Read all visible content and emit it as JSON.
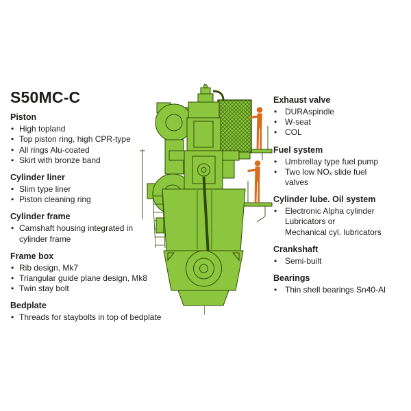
{
  "page": {
    "background": "#ffffff",
    "text_color": "#1d1d1b"
  },
  "title": "S50MC-C",
  "left_sections": [
    {
      "heading": "Piston",
      "items": [
        "High topland",
        "Top piston ring, high CPR-type",
        "All rings Alu-coated",
        "Skirt with bronze band"
      ]
    },
    {
      "heading": "Cylinder liner",
      "items": [
        "Slim type liner",
        "Piston cleaning ring"
      ]
    },
    {
      "heading": "Cylinder frame",
      "items": [
        "Camshaft housing integrated in\ncylinder frame"
      ]
    },
    {
      "heading": "Frame box",
      "items": [
        "Rib design, Mk7",
        "Triangular guide plane design, Mk8",
        "Twin stay bolt"
      ]
    },
    {
      "heading": "Bedplate",
      "items": [
        "Threads for staybolts in top of bedplate"
      ]
    }
  ],
  "right_sections": [
    {
      "heading": "Exhaust valve",
      "items": [
        "DURAspindle",
        "W-seat",
        "COL"
      ]
    },
    {
      "heading": "Fuel system",
      "items": [
        "Umbrellay type fuel pump",
        "Two low NOₓ slide fuel\nvalves"
      ]
    },
    {
      "heading": "Cylinder lube. Oil system",
      "items": [
        "Electronic Alpha cylinder\nLubricators or\nMechanical cyl. lubricators"
      ]
    },
    {
      "heading": "Crankshaft",
      "items": [
        "Semi-built"
      ]
    },
    {
      "heading": "Bearings",
      "items": [
        "Thin shell bearings Sn40-Al"
      ]
    }
  ],
  "diagram": {
    "colors": {
      "engine_green": "#8CC63E",
      "engine_outline": "#2E4A05",
      "hatch_line": "#3F6A0C",
      "figure_orange": "#D96B1C"
    }
  }
}
